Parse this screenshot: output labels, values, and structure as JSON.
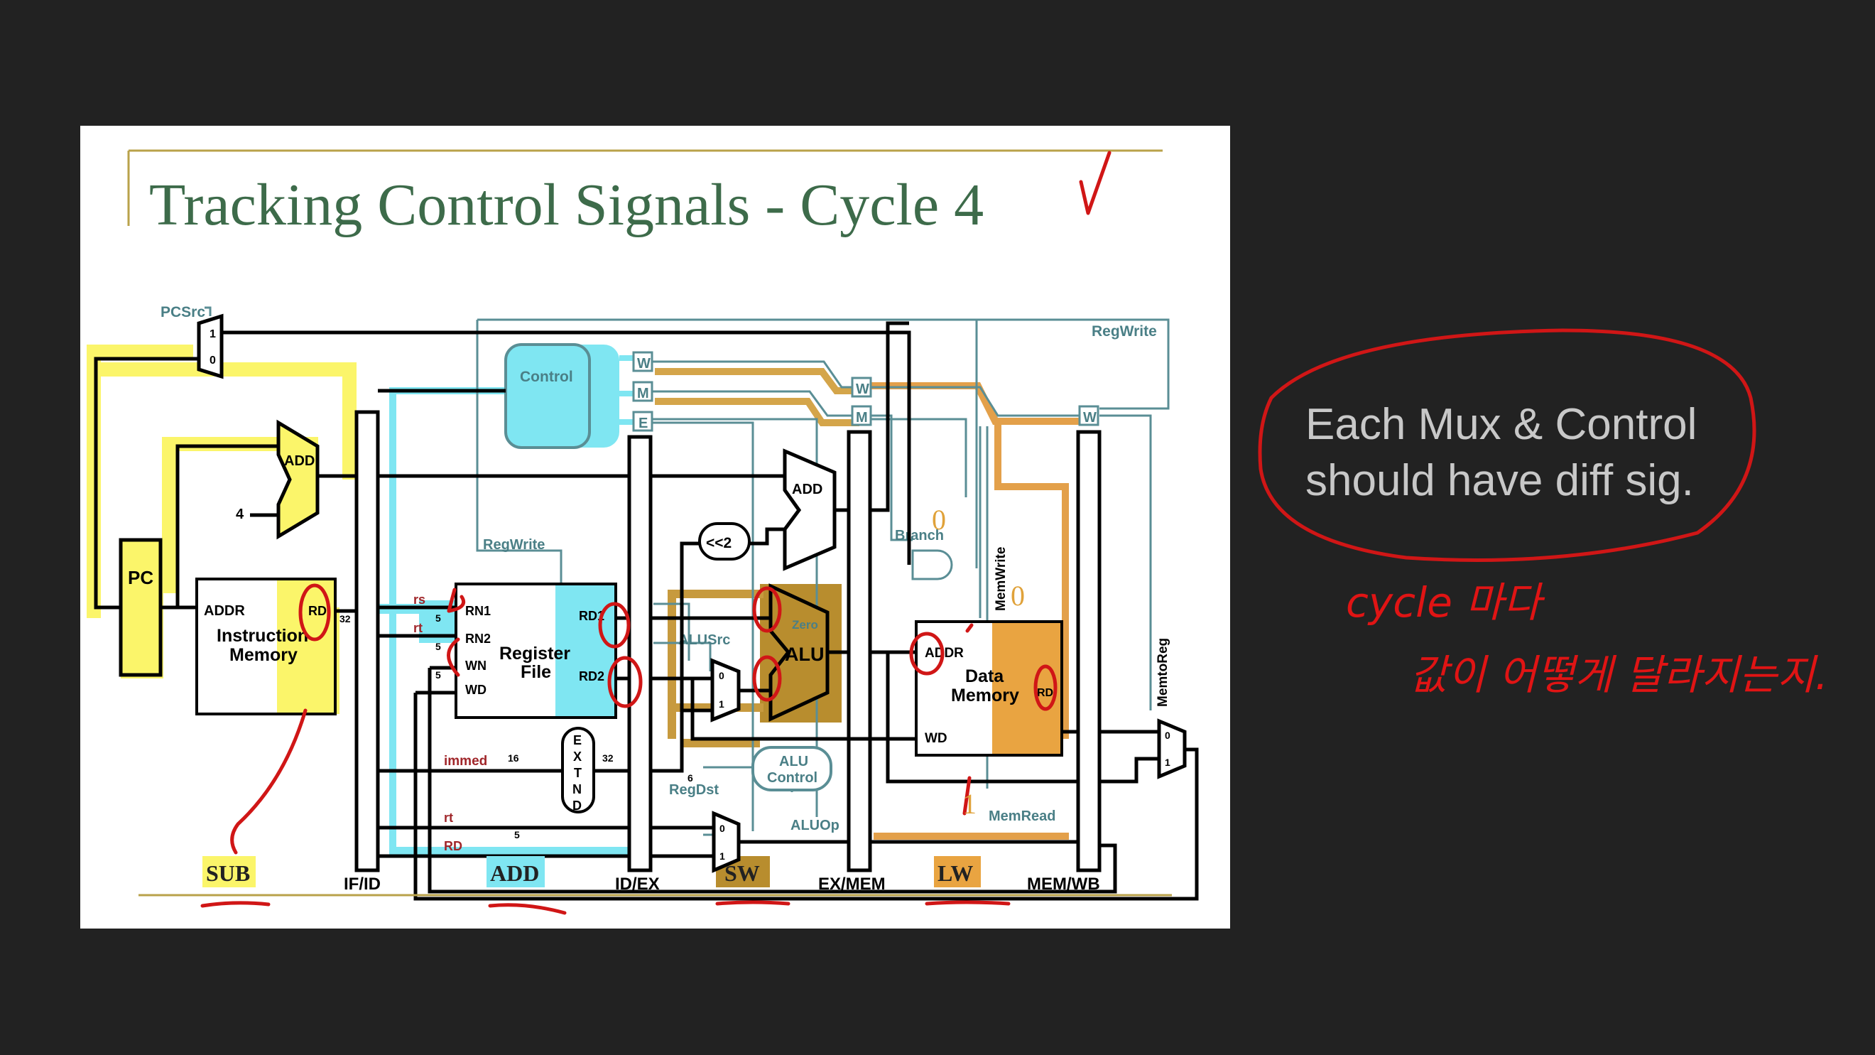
{
  "slide": {
    "title": "Tracking Control Signals - Cycle 4"
  },
  "labels": {
    "pcsrc": "PCSrc",
    "regwrite_top": "RegWrite",
    "control": "Control",
    "w": "W",
    "m": "M",
    "e": "E",
    "add": "ADD",
    "four": "4",
    "pc": "PC",
    "addr": "ADDR",
    "rd": "RD",
    "thirtytwo": "32",
    "instr_mem_1": "Instruction",
    "instr_mem_2": "Memory",
    "regwrite_mid": "RegWrite",
    "rs": "rs",
    "rt": "rt",
    "five": "5",
    "rn1": "RN1",
    "rn2": "RN2",
    "wn": "WN",
    "wd": "WD",
    "regfile_1": "Register",
    "regfile_2": "File",
    "rd1": "RD1",
    "rd2": "RD2",
    "shift": "<<2",
    "alusrc": "ALUSrc",
    "zero": "Zero",
    "alu": "ALU",
    "immed": "immed",
    "sixteen": "16",
    "extend": [
      "E",
      "X",
      "T",
      "N",
      "D"
    ],
    "six": "6",
    "regdst": "RegDst",
    "alu_control_1": "ALU",
    "alu_control_2": "Control",
    "aluop": "ALUOp",
    "branch": "Branch",
    "memwrite": "MemWrite",
    "memread": "MemRead",
    "memtoreg": "MemtoReg",
    "data_mem_1": "Data",
    "data_mem_2": "Memory",
    "mux0": "0",
    "mux1": "1",
    "if_id": "IF/ID",
    "id_ex": "ID/EX",
    "ex_mem": "EX/MEM",
    "mem_wb": "MEM/WB"
  },
  "stages": {
    "sub": "SUB",
    "add": "ADD",
    "sw": "SW",
    "lw": "LW"
  },
  "colors": {
    "yellow": "#fbf56a",
    "cyan": "#7fe6f2",
    "gold": "#b88d2e",
    "orange": "#e9a441",
    "title_green": "#3d6b4a",
    "ink_red": "#d01616"
  },
  "annotations": {
    "zero_branch": "0",
    "zero_memwrite": "0",
    "one_memread": "1",
    "note_1": "Each Mux & Control",
    "note_2": "should have diff sig.",
    "hand_1": "cycle 마다",
    "hand_2": "값이 어떻게 달라지는지."
  }
}
